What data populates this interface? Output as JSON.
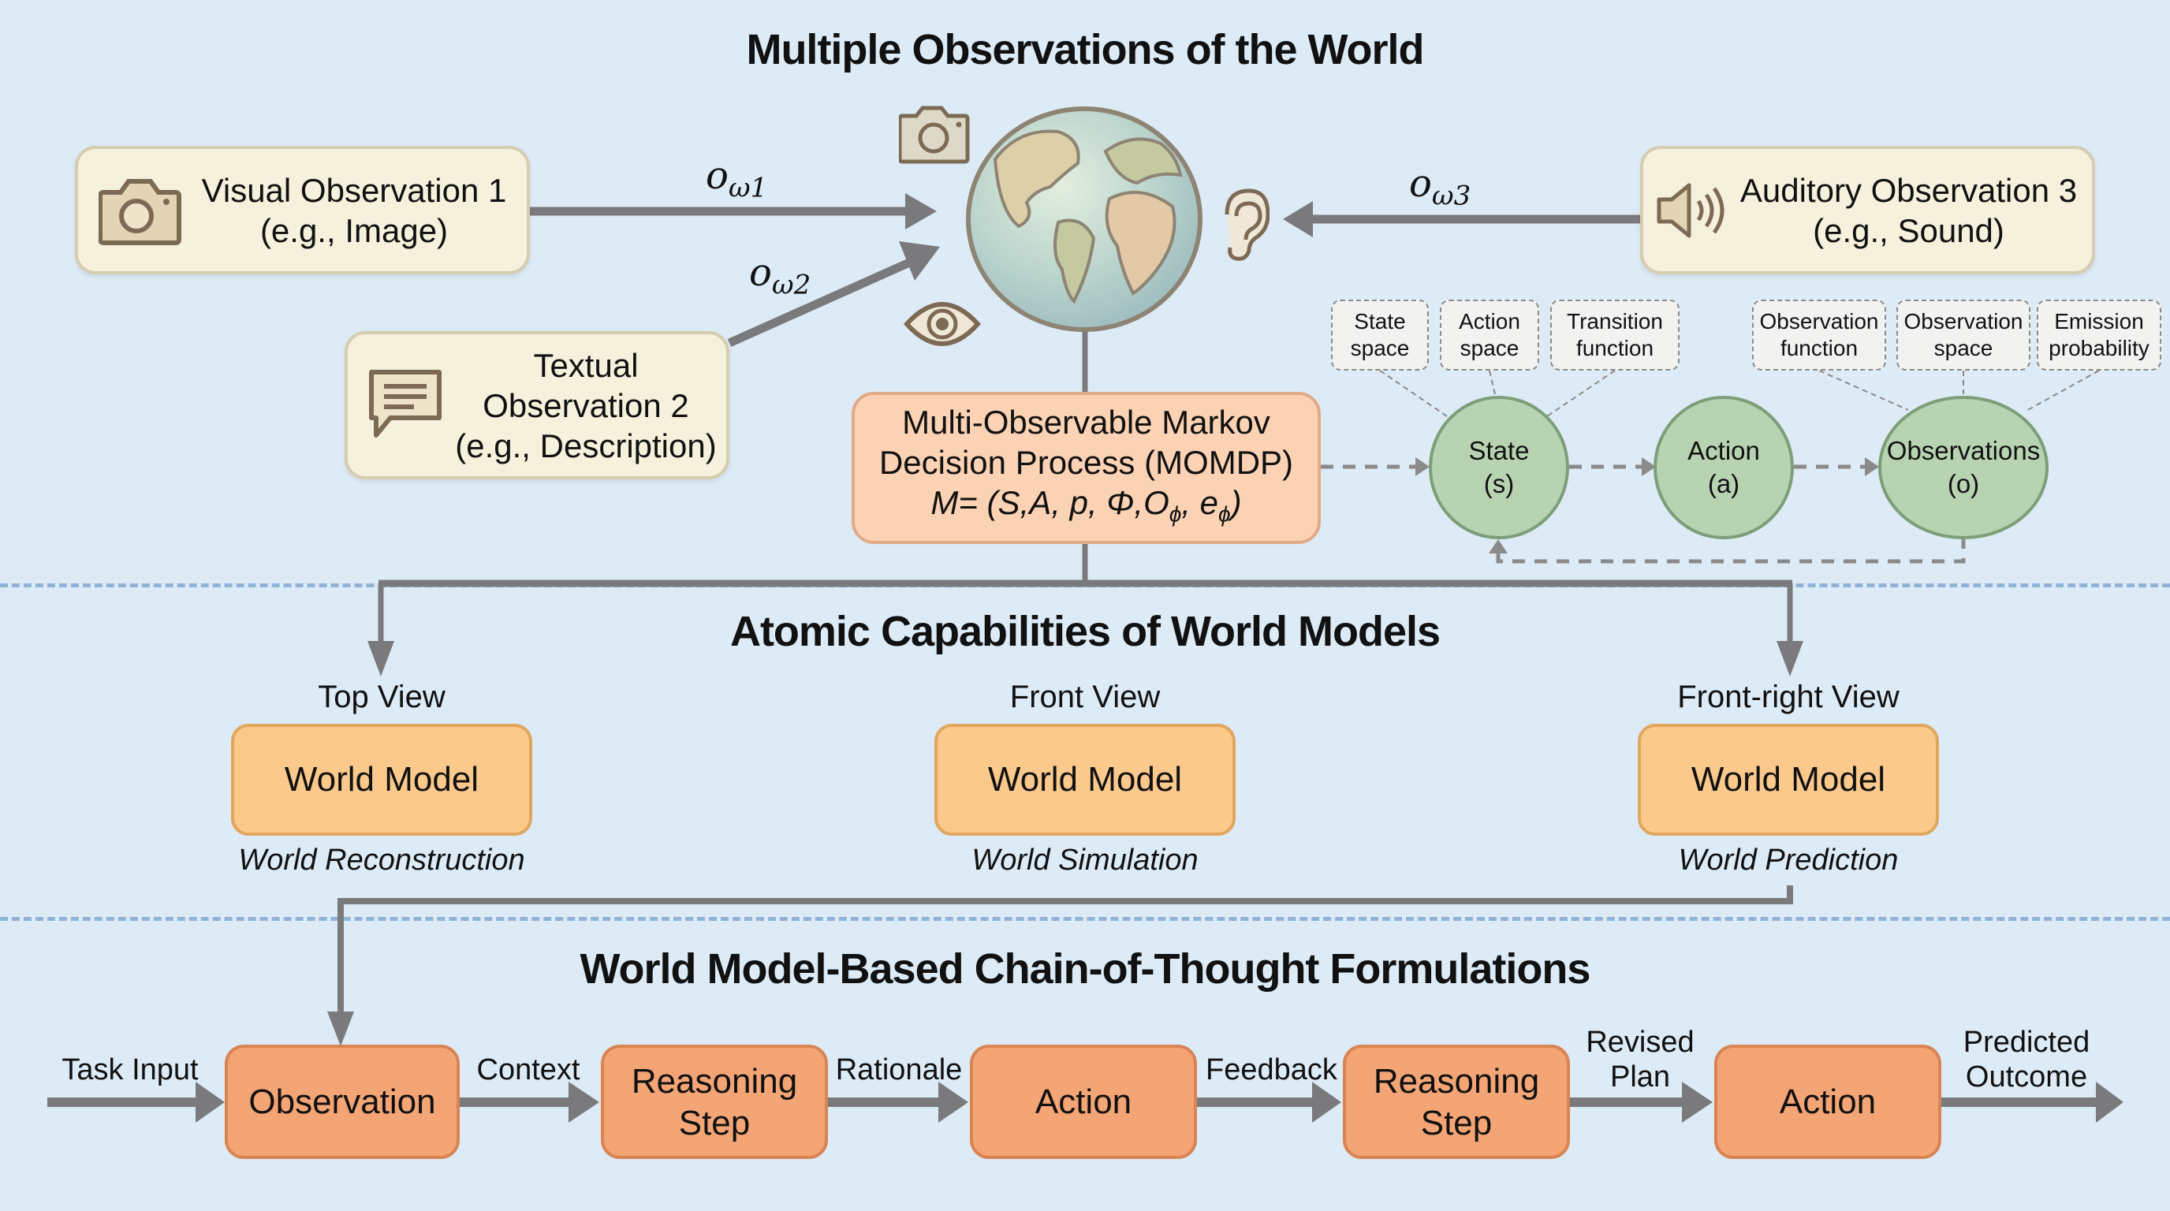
{
  "sections": {
    "top_title": "Multiple Observations of the World",
    "middle_title": "Atomic Capabilities of World Models",
    "bottom_title": "World Model-Based Chain-of-Thought Formulations"
  },
  "observations": [
    {
      "line1": "Visual Observation 1",
      "line2": "(e.g., Image)",
      "icon": "camera-icon"
    },
    {
      "line1": "Textual",
      "line2": "Observation 2",
      "line3": "(e.g., Description)",
      "icon": "speech-bubble-icon"
    },
    {
      "line1": "Auditory Observation 3",
      "line2": "(e.g., Sound)",
      "icon": "speaker-icon"
    }
  ],
  "edge_labels": {
    "o1": {
      "base": "o",
      "sub": "ω1"
    },
    "o2": {
      "base": "o",
      "sub": "ω2"
    },
    "o3": {
      "base": "o",
      "sub": "ω3"
    }
  },
  "globe": {
    "icons": [
      "camera-icon",
      "eye-icon",
      "ear-icon"
    ]
  },
  "momdp": {
    "line1": "Multi-Observable Markov",
    "line2": "Decision Process (MOMDP)",
    "formula_prefix": "M= (S,A, p, Φ,O",
    "formula_sub1": "ϕ",
    "formula_mid": ", e",
    "formula_sub2": "ϕ",
    "formula_suffix": ")"
  },
  "components": [
    {
      "line1": "State",
      "line2": "space"
    },
    {
      "line1": "Action",
      "line2": "space"
    },
    {
      "line1": "Transition",
      "line2": "function"
    },
    {
      "line1": "Observation",
      "line2": "function"
    },
    {
      "line1": "Observation",
      "line2": "space"
    },
    {
      "line1": "Emission",
      "line2": "probability"
    }
  ],
  "nodes": [
    {
      "line1": "State",
      "line2": "(s)"
    },
    {
      "line1": "Action",
      "line2": "(a)"
    },
    {
      "line1": "Observations",
      "line2": "(o)"
    }
  ],
  "world_models": [
    {
      "view": "Top View",
      "label": "World Model",
      "caption": "World Reconstruction"
    },
    {
      "view": "Front View",
      "label": "World Model",
      "caption": "World Simulation"
    },
    {
      "view": "Front-right View",
      "label": "World Model",
      "caption": "World Prediction"
    }
  ],
  "chain": {
    "steps": [
      {
        "line1": "Observation",
        "line2": ""
      },
      {
        "line1": "Reasoning",
        "line2": "Step"
      },
      {
        "line1": "Action",
        "line2": ""
      },
      {
        "line1": "Reasoning",
        "line2": "Step"
      },
      {
        "line1": "Action",
        "line2": ""
      }
    ],
    "edges": [
      {
        "line1": "Task Input",
        "line2": ""
      },
      {
        "line1": "Context",
        "line2": ""
      },
      {
        "line1": "Rationale",
        "line2": ""
      },
      {
        "line1": "Feedback",
        "line2": ""
      },
      {
        "line1": "Revised",
        "line2": "Plan"
      },
      {
        "line1": "Predicted",
        "line2": "Outcome"
      }
    ]
  },
  "colors": {
    "background": "#ddebf6",
    "observation_box": "#f6f1dd",
    "momdp_box": "#fbd2b4",
    "node_green": "#b7d3b1",
    "world_model_box": "#fbc98c",
    "chain_box": "#f4a575",
    "arrow_gray": "#7a7a7c",
    "divider_blue": "#8fb4d6",
    "icon_brown": "#7d6a55"
  }
}
